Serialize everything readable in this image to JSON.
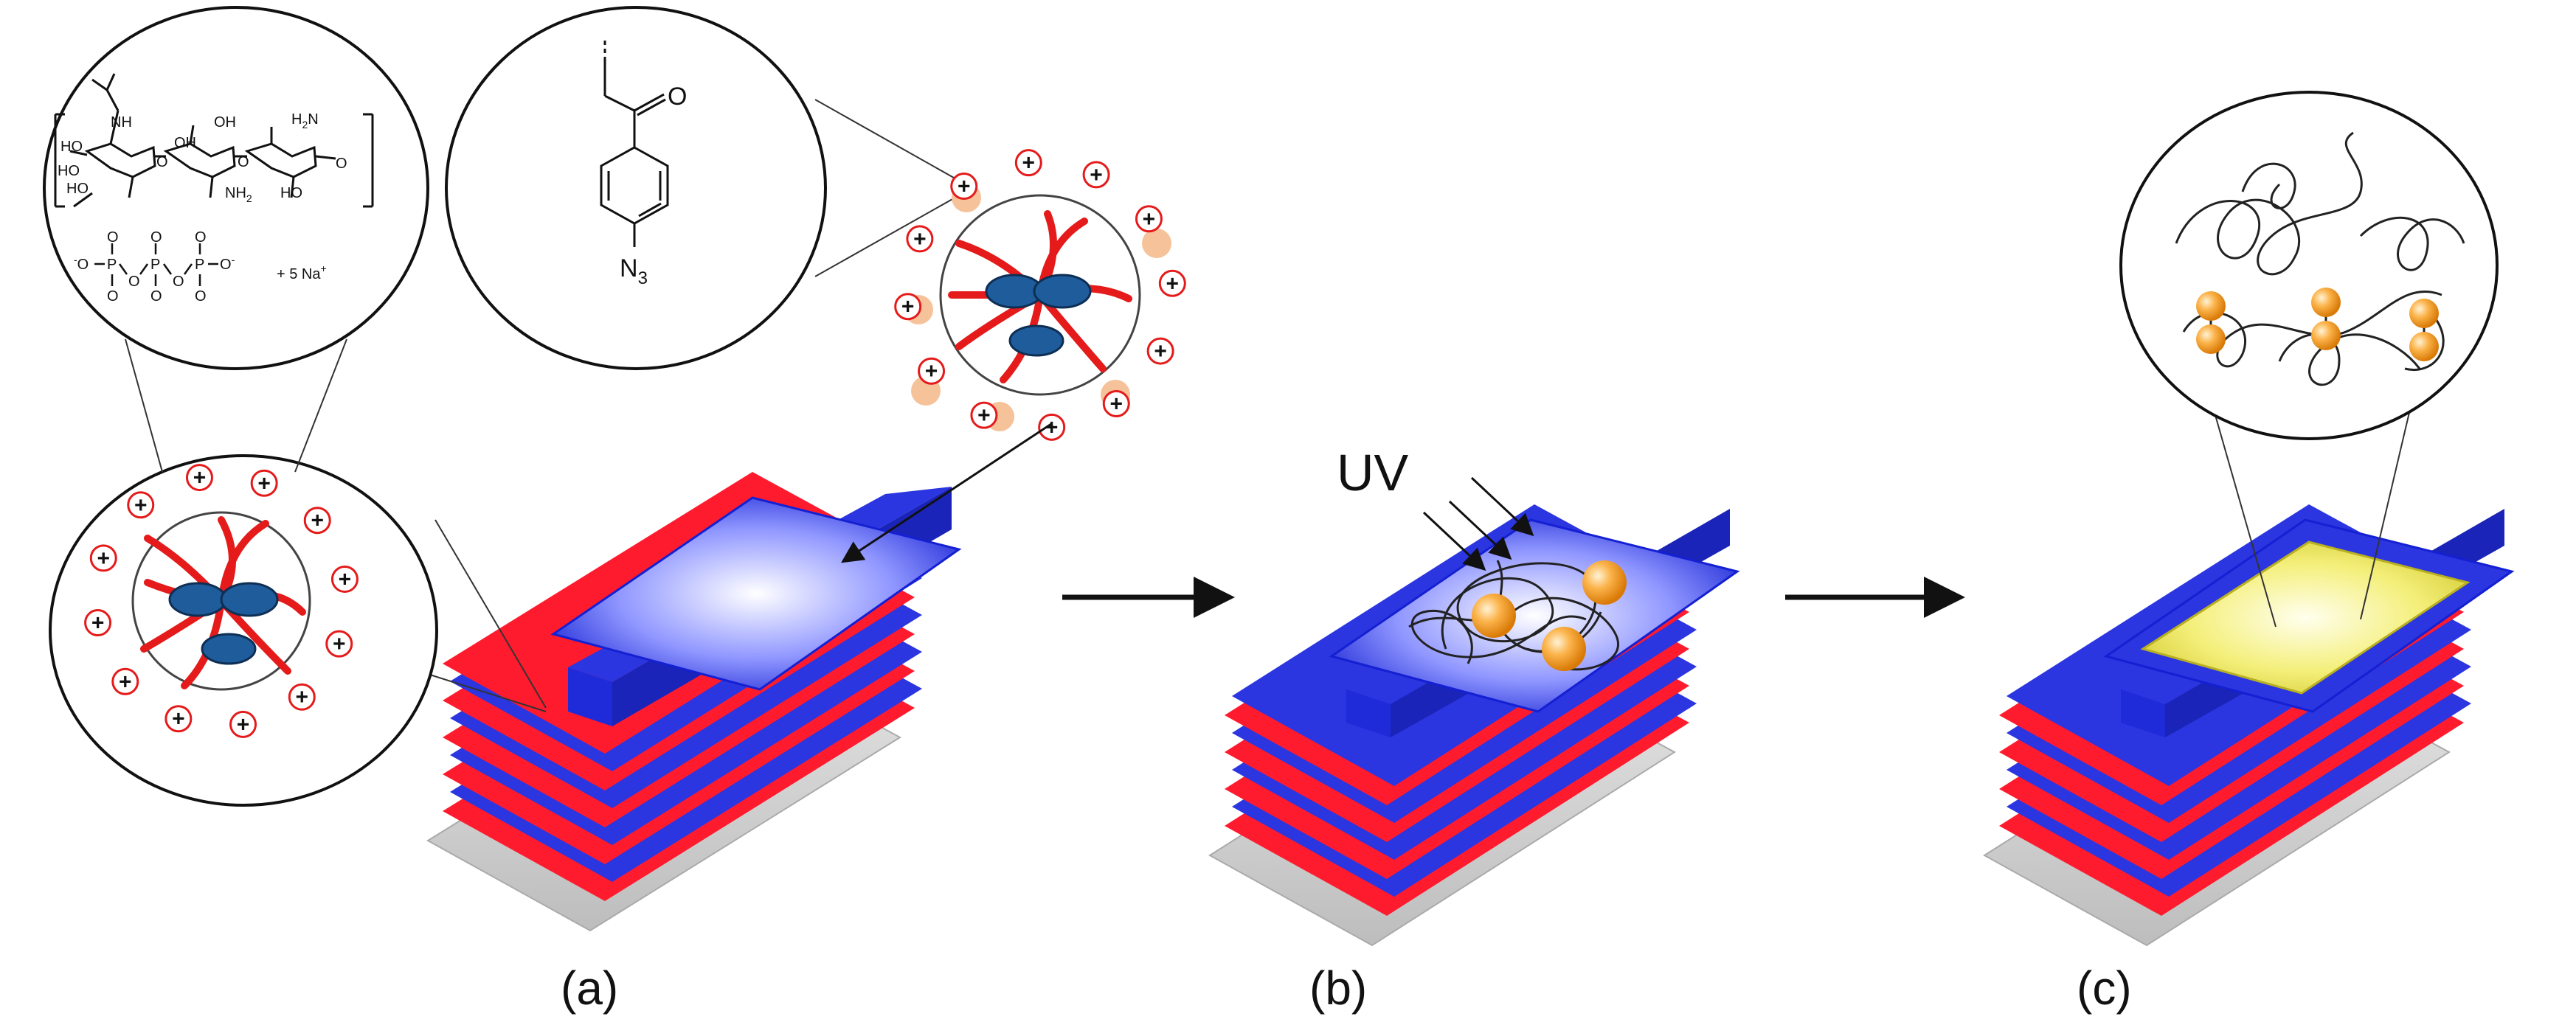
{
  "panels": {
    "a_label": "(a)",
    "b_label": "(b)",
    "c_label": "(c)"
  },
  "uv": {
    "label": "UV"
  },
  "chemistry": {
    "hyaluronan": {
      "nh": "NH",
      "ho1": "HO",
      "ho2": "HO",
      "ho3": "HO",
      "ho4": "HO",
      "oh1": "OH",
      "oh2": "OH",
      "h2n": "H",
      "h2n_sub": "2",
      "h2n_n": "N",
      "nh2": "NH",
      "nh2_sub": "2",
      "o_ring": "O",
      "o_link": "O"
    },
    "triphosphate": {
      "o_minus": "O",
      "p": "P",
      "o": "O",
      "sodium": "+ 5 Na",
      "sodium_sup": "+"
    },
    "azide": {
      "o": "O",
      "n": "N",
      "n_sub": "3"
    }
  },
  "charges": {
    "plus": "+"
  },
  "colors": {
    "blue_layer": "#1f2bd8",
    "red_layer": "#ff1b2e",
    "substrate": "#c9c9c9",
    "yellow_layer": "#ece84a",
    "micelle_core": "#1f5c9c",
    "micelle_arm": "#e51a1a",
    "azide_bead": "#f6c29a",
    "crosslink_bead": "#f5a623"
  }
}
